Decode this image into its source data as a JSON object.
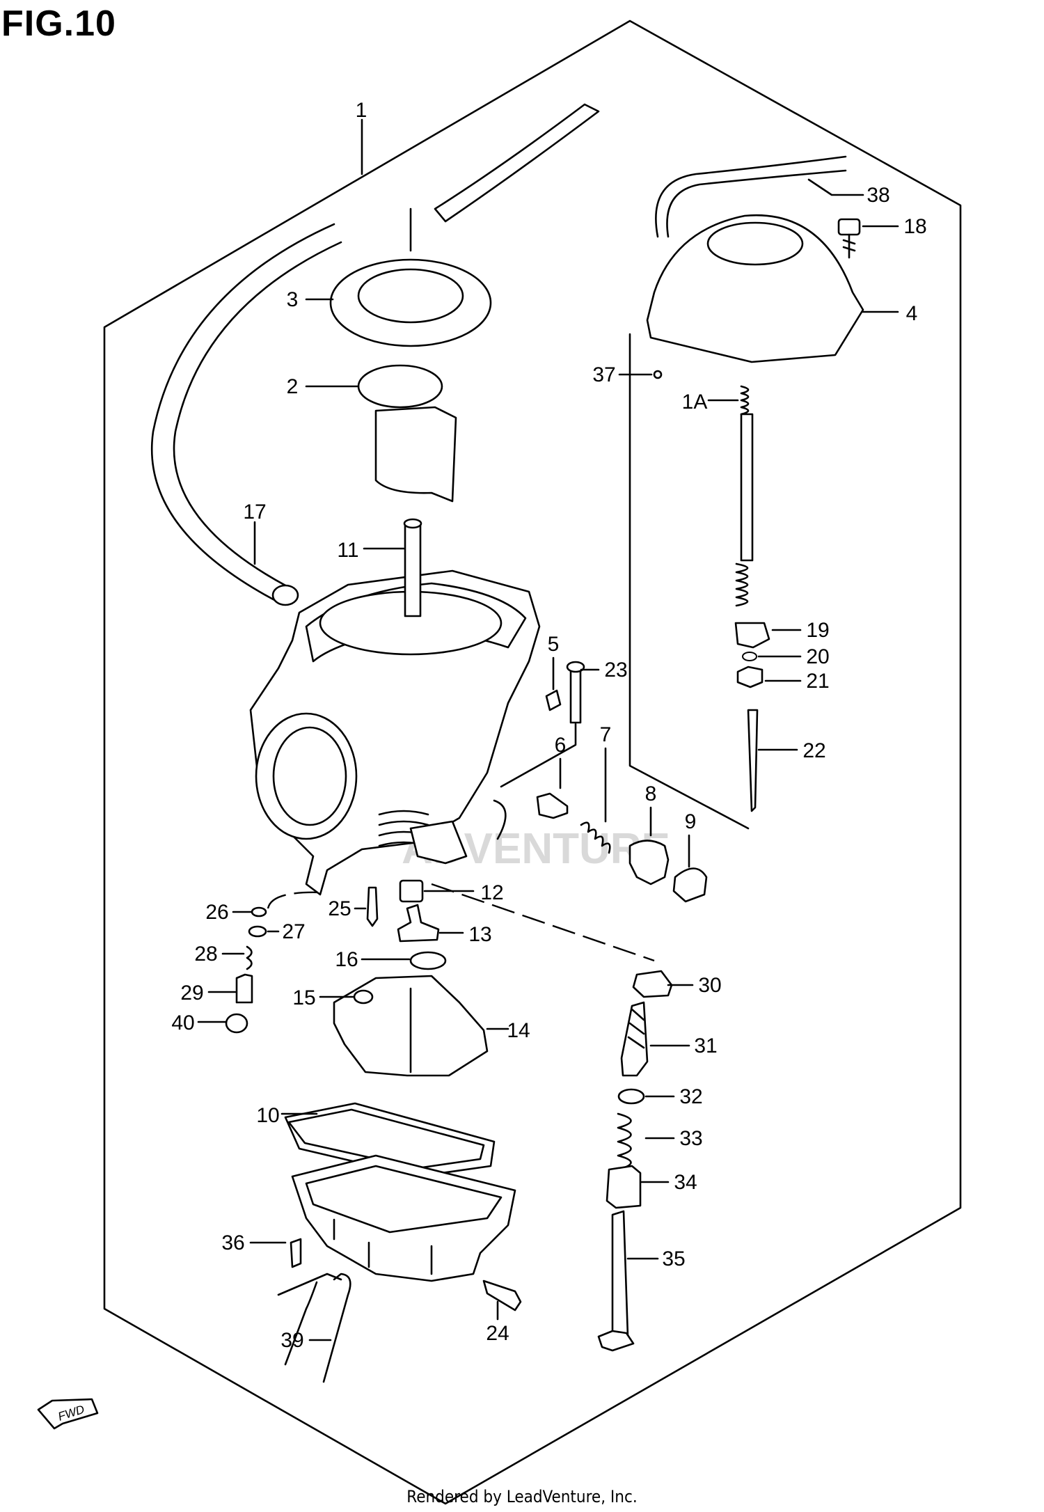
{
  "figure_title": "FIG.10",
  "footer": "Rendered by LeadVenture, Inc.",
  "watermark": "ADVENTURE",
  "direction_marker": "FWD",
  "callouts": [
    "1",
    "1A",
    "2",
    "3",
    "4",
    "5",
    "6",
    "7",
    "8",
    "9",
    "10",
    "11",
    "12",
    "13",
    "14",
    "15",
    "16",
    "17",
    "18",
    "19",
    "20",
    "21",
    "22",
    "23",
    "24",
    "25",
    "26",
    "27",
    "28",
    "29",
    "30",
    "31",
    "32",
    "33",
    "34",
    "35",
    "36",
    "37",
    "38",
    "39",
    "40"
  ]
}
